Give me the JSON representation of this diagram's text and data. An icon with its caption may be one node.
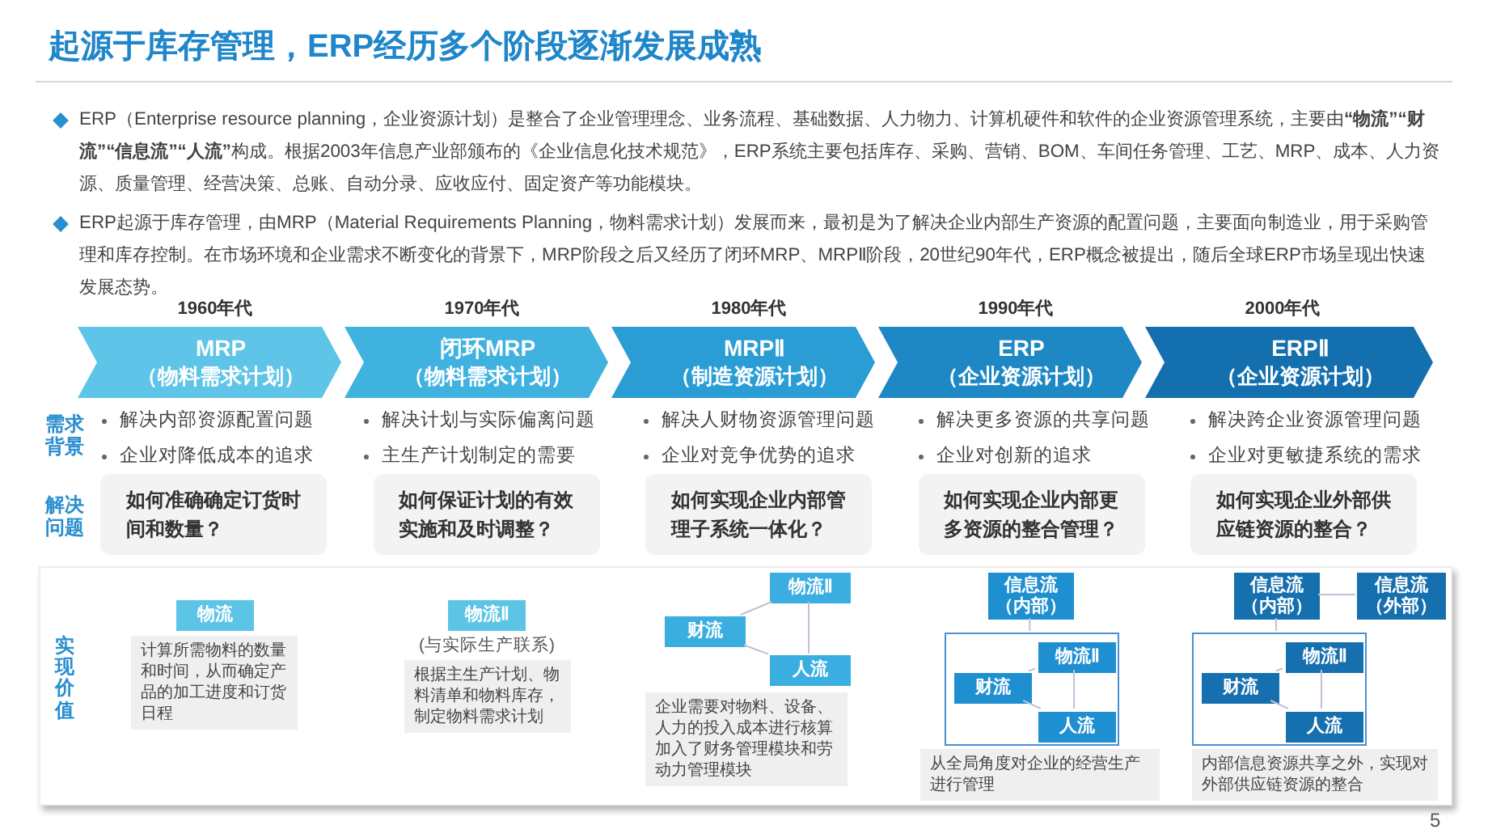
{
  "diagram": {
    "title": "起源于库存管理，ERP经历多个阶段逐渐发展成熟",
    "nodes": [
      {
        "text": [
          "MRP",
          "（物料需求计划）"
        ],
        "beside": [
          "1960年代"
        ]
      },
      {
        "text": [
          "闭环MRP",
          "（物料需求计划）"
        ],
        "beside": [
          "1970年代"
        ]
      },
      {
        "text": [
          "MRPⅡ",
          "（制造资源计划）"
        ],
        "beside": [
          "1980年代"
        ]
      },
      {
        "text": [
          "ERP",
          "（企业资源计划）"
        ],
        "beside": [
          "1990年代"
        ]
      },
      {
        "text": [
          "ERPⅡ",
          "（企业资源计划）"
        ],
        "beside": [
          "2000年代"
        ]
      },
      {
        "text": [
          "如何准确确定订货时间和数量？"
        ]
      },
      {
        "text": [
          "如何保证计划的有效实施和及时调整？"
        ]
      },
      {
        "text": [
          "如何实现企业内部管理子系统一体化？"
        ]
      },
      {
        "text": [
          "如何实现企业内部更多资源的整合管理？"
        ]
      },
      {
        "text": [
          "如何实现企业外部供应链资源的整合？"
        ]
      },
      {
        "text": [
          "实现价值"
        ]
      },
      {
        "text": [
          "物流"
        ],
        "in": 10
      },
      {
        "text": [
          "计算所需物料的数量和时间，从而确定产品的加工进度和订货日程"
        ],
        "in": 10
      },
      {
        "text": [
          "物流Ⅱ"
        ],
        "in": 10,
        "beside": [
          "(与实际生产联系)"
        ]
      },
      {
        "text": [
          "根据主生产计划、物料清单和物料库存，制定物料需求计划"
        ],
        "in": 10
      },
      {
        "text": [
          "财流"
        ],
        "in": 10
      },
      {
        "text": [
          "物流Ⅱ"
        ],
        "in": 10
      },
      {
        "text": [
          "人流"
        ],
        "in": 10
      },
      {
        "text": [
          "企业需要对物料、设备、人力的投入成本进行核算",
          "加入了财务管理模块和劳动力管理模块"
        ],
        "in": 10
      },
      {
        "text": [
          "信息流（内部）"
        ],
        "in": 10
      },
      {
        "text": [],
        "shape": "box",
        "in": 10
      },
      {
        "text": [
          "财流"
        ],
        "in": 20
      },
      {
        "text": [
          "物流Ⅱ"
        ],
        "in": 20
      },
      {
        "text": [
          "人流"
        ],
        "in": 20
      },
      {
        "text": [
          "从全局角度对企业的经营生产进行管理"
        ],
        "in": 10
      },
      {
        "text": [
          "信息流（内部）"
        ],
        "in": 10
      },
      {
        "text": [
          "信息流（外部）"
        ],
        "in": 10
      },
      {
        "text": [],
        "shape": "box",
        "in": 10
      },
      {
        "text": [
          "财流"
        ],
        "in": 27
      },
      {
        "text": [
          "物流Ⅱ"
        ],
        "in": 27
      },
      {
        "text": [
          "人流"
        ],
        "in": 27
      },
      {
        "text": [
          "内部信息资源共享之外，实现对外部供应链资源的整合"
        ],
        "in": 10
      }
    ],
    "edges": [
      {
        "from": 15,
        "to": 16,
        "arrow": "none"
      },
      {
        "from": 15,
        "to": 17,
        "arrow": "none"
      },
      {
        "from": 16,
        "to": 17,
        "arrow": "none"
      },
      {
        "from": 19,
        "to": 20,
        "arrow": "none"
      },
      {
        "from": 21,
        "to": 22,
        "arrow": "none"
      },
      {
        "from": 21,
        "to": 23,
        "arrow": "none"
      },
      {
        "from": 22,
        "to": 23,
        "arrow": "none"
      },
      {
        "from": 25,
        "to": 26,
        "arrow": "none"
      },
      {
        "from": 25,
        "to": 27,
        "arrow": "none"
      },
      {
        "from": 28,
        "to": 29,
        "arrow": "none"
      },
      {
        "from": 28,
        "to": 30,
        "arrow": "none"
      },
      {
        "from": 29,
        "to": 30,
        "arrow": "none"
      }
    ],
    "labels": [
      "ERP（Enterprise resource planning，企业资源计划）是整合了企业管理理念、业务流程、基础数据、人力物力、计算机硬件和软件的企业资源管理系统，主要由**“物流”“财流”“信息流”“人流”**构成。根据2003年信息产业部颁布的《企业信息化技术规范》，ERP系统主要包括库存、采购、营销、BOM、车间任务管理、工艺、MRP、成本、人力资源、质量管理、经营决策、总账、自动分录、应收应付、固定资产等功能模块。",
      "ERP起源于库存管理，由MRP（Material Requirements Planning，物料需求计划）发展而来，最初是为了解决企业内部生产资源的配置问题，主要面向制造业，用于采购管理和库存控制。在市场环境和企业需求不断变化的背景下，MRP阶段之后又经历了闭环MRP、MRPⅡ阶段，20世纪90年代，ERP概念被提出，随后全球ERP市场呈现出快速发展态势。",
      "需求背景",
      "解决内部资源配置问题",
      "解决计划与实际偏离问题",
      "解决人财物资源管理问题",
      "解决更多资源的共享问题",
      "解决跨企业资源管理问题",
      "企业对降低成本的追求",
      "主生产计划制定的需要",
      "企业对竞争优势的追求",
      "企业对创新的追求",
      "企业对更敏捷系统的需求",
      "解决问题",
      "5"
    ]
  }
}
